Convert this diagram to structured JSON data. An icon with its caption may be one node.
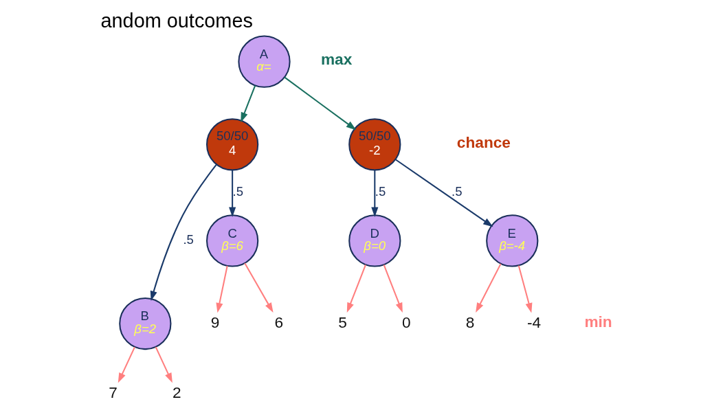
{
  "diagram": {
    "title": "andom outcomes",
    "nodes": [
      {
        "text": [
          "A",
          "α="
        ]
      },
      {
        "text": [
          "50/50",
          "4"
        ]
      },
      {
        "text": [
          "50/50",
          "-2"
        ]
      },
      {
        "text": [
          "B",
          "β=2"
        ]
      },
      {
        "text": [
          "C",
          "β=6"
        ]
      },
      {
        "text": [
          "D",
          "β=0"
        ]
      },
      {
        "text": [
          "E",
          "β=-4"
        ]
      },
      {
        "text": [
          "7"
        ]
      },
      {
        "text": [
          "2"
        ]
      },
      {
        "text": [
          "9"
        ]
      },
      {
        "text": [
          "6"
        ]
      },
      {
        "text": [
          "5"
        ]
      },
      {
        "text": [
          "0"
        ]
      },
      {
        "text": [
          "8"
        ]
      },
      {
        "text": [
          "-4"
        ]
      }
    ],
    "edges": [
      {
        "from": 0,
        "to": 1,
        "arrow": "to",
        "color": "#1a7060"
      },
      {
        "from": 0,
        "to": 2,
        "arrow": "to",
        "color": "#1a7060"
      },
      {
        "from": 1,
        "to": 3,
        "arrow": "to",
        "label": ".5",
        "color": "#1a3a6a"
      },
      {
        "from": 1,
        "to": 4,
        "arrow": "to",
        "label": ".5",
        "color": "#1a3a6a"
      },
      {
        "from": 2,
        "to": 5,
        "arrow": "to",
        "label": ".5",
        "color": "#1a3a6a"
      },
      {
        "from": 2,
        "to": 6,
        "arrow": "to",
        "label": ".5",
        "color": "#1a3a6a"
      },
      {
        "from": 3,
        "to": 7,
        "arrow": "to"
      },
      {
        "from": 3,
        "to": 8,
        "arrow": "to"
      },
      {
        "from": 4,
        "to": 9,
        "arrow": "to"
      },
      {
        "from": 4,
        "to": 10,
        "arrow": "to"
      },
      {
        "from": 5,
        "to": 11,
        "arrow": "to"
      },
      {
        "from": 5,
        "to": 12,
        "arrow": "to"
      },
      {
        "from": 6,
        "to": 13,
        "arrow": "to"
      },
      {
        "from": 6,
        "to": 14,
        "arrow": "to"
      }
    ],
    "labels": [
      "max",
      "chance",
      "min"
    ]
  }
}
